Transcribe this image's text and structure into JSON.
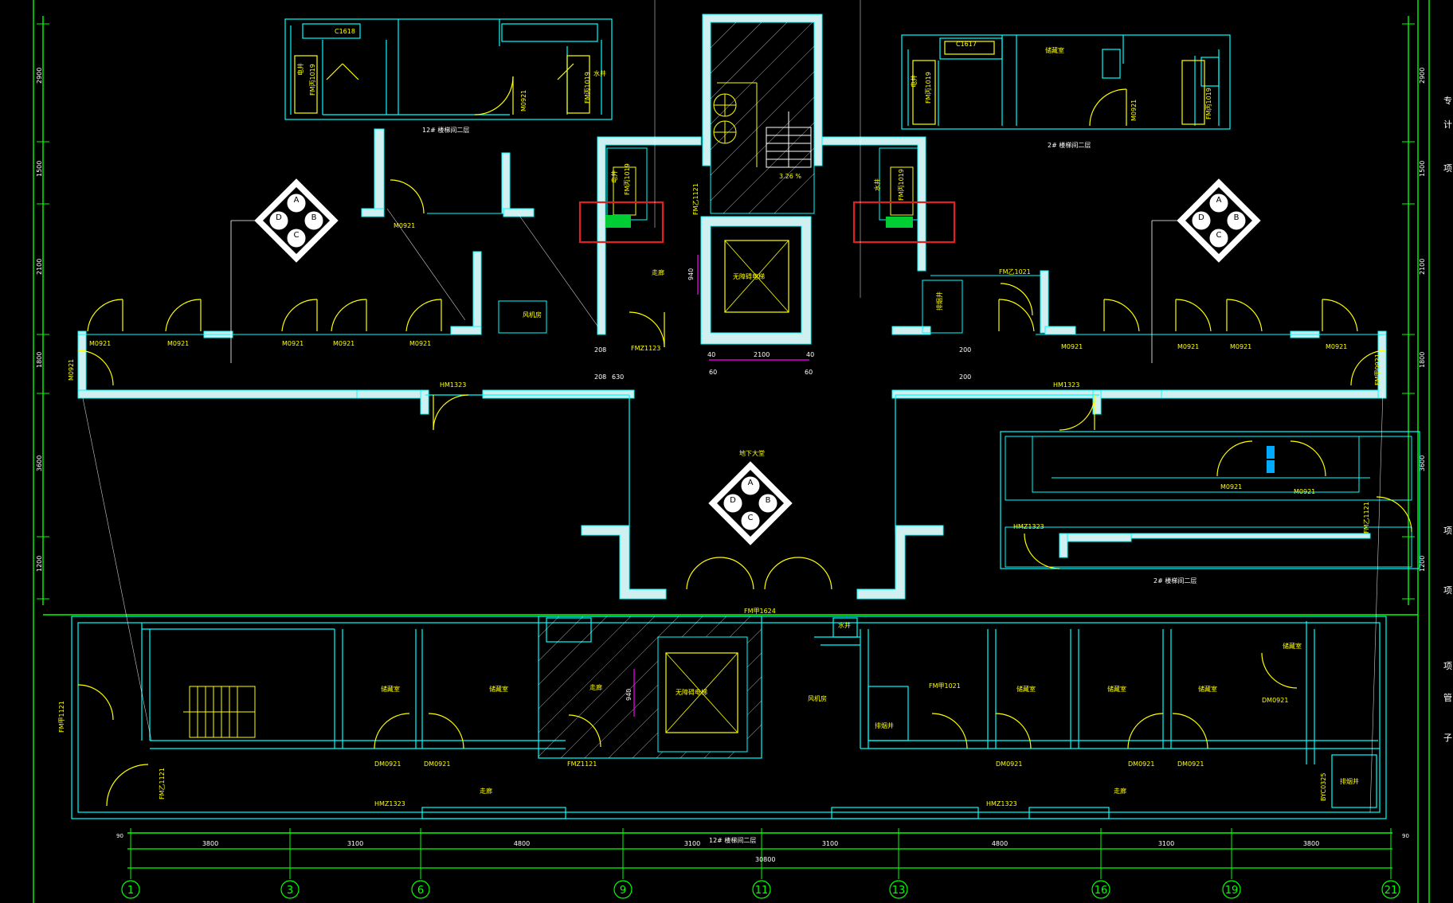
{
  "colors": {
    "background": "#000000",
    "wall": "#00ffff",
    "wall_fill": "#cfeff0",
    "door": "#ffff00",
    "dim": "#00ff00",
    "highlight": "#e0201e",
    "marker": "#ff00ff",
    "white": "#ffffff"
  },
  "axis": {
    "labels": [
      "1",
      "3",
      "6",
      "9",
      "11",
      "13",
      "16",
      "19",
      "21"
    ],
    "spans": [
      "3800",
      "3100",
      "4800",
      "3100",
      "3100",
      "4800",
      "3100",
      "3800"
    ],
    "total": "30800",
    "end_marks": [
      "90",
      "90"
    ]
  },
  "side_dims": {
    "left": [
      "2900",
      "1500",
      "2100",
      "1800",
      "3600",
      "1200"
    ],
    "right": [
      "2900",
      "1500",
      "2100",
      "1800",
      "3600",
      "1200"
    ]
  },
  "door_tags": {
    "m0921": "M0921",
    "c1618": "C1618",
    "c1617": "C1617",
    "fmjing": "FM丙1019",
    "fmyi": "FM乙1121",
    "fmjia": "FM甲1021",
    "fmz1123": "FMZ1123",
    "hm1323": "HM1323",
    "hmz1323": "HMZ1323",
    "dm0921": "DM0921",
    "fmj1624": "FM甲1624",
    "fmz1121": "FMZ1121",
    "fmj1121": "FM甲1121",
    "byc": "BYC0325",
    "fmjia0921": "FM甲0921",
    "fmyi1121v": "FM乙1121",
    "fmyi1021": "FM乙1021"
  },
  "dims": {
    "d200": "200",
    "d208": "208",
    "d630": "630",
    "d2100": "2100",
    "d40": "40",
    "d60": "60",
    "d940": "940"
  },
  "rooms": {
    "stair": "3.26 %",
    "lift_top": "无障碍电梯",
    "lift_bottom": "无障碍电梯",
    "corridor": "走廊",
    "storage": "储藏室",
    "electric": "电井",
    "water": "水井",
    "fan": "风机房",
    "smoke": "排烟井",
    "hall": "地下大堂"
  },
  "captions": {
    "top_left": "12# 楼梯间二层",
    "top_right": "2# 楼梯间二层",
    "mid_right": "2# 楼梯间二层",
    "axis_center": "12# 楼梯间二层"
  },
  "north_signs": [
    {
      "A": "A",
      "B": "B",
      "C": "C",
      "D": "D"
    },
    {
      "A": "A",
      "B": "B",
      "C": "C",
      "D": "D"
    },
    {
      "A": "A",
      "B": "B",
      "C": "C",
      "D": "D"
    }
  ]
}
